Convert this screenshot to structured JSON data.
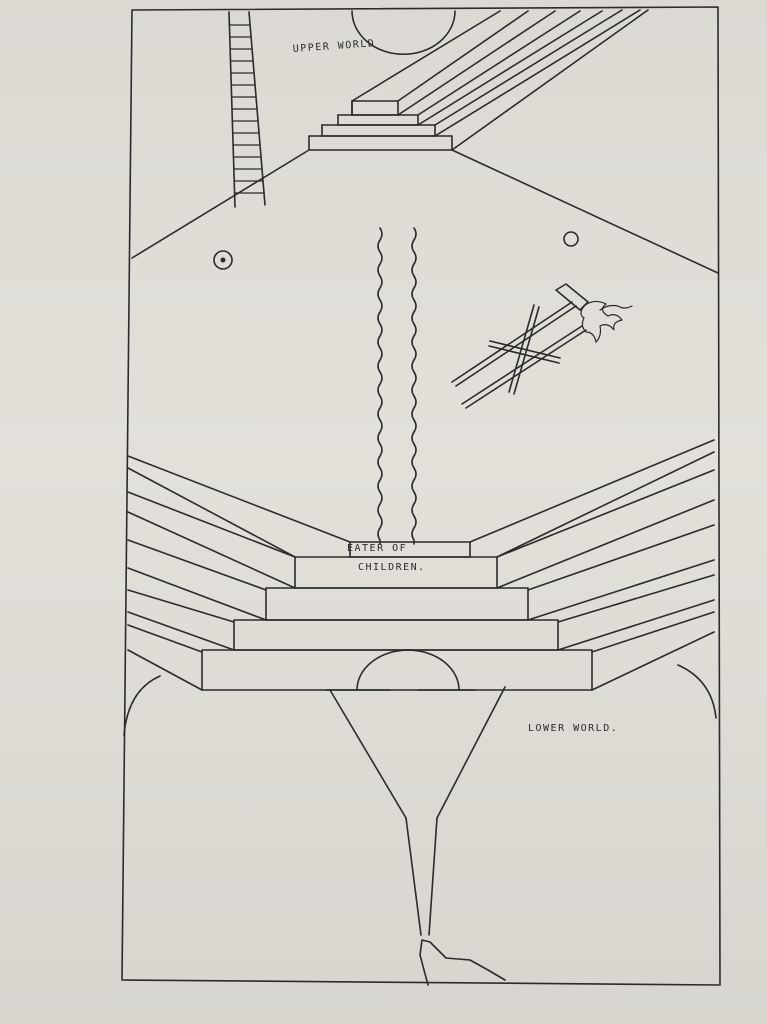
{
  "labels": {
    "upper_world": "UPPER WORLD",
    "eater_line1": "EATER OF",
    "eater_line2": "CHILDREN.",
    "lower_world": "LOWER WORLD."
  }
}
